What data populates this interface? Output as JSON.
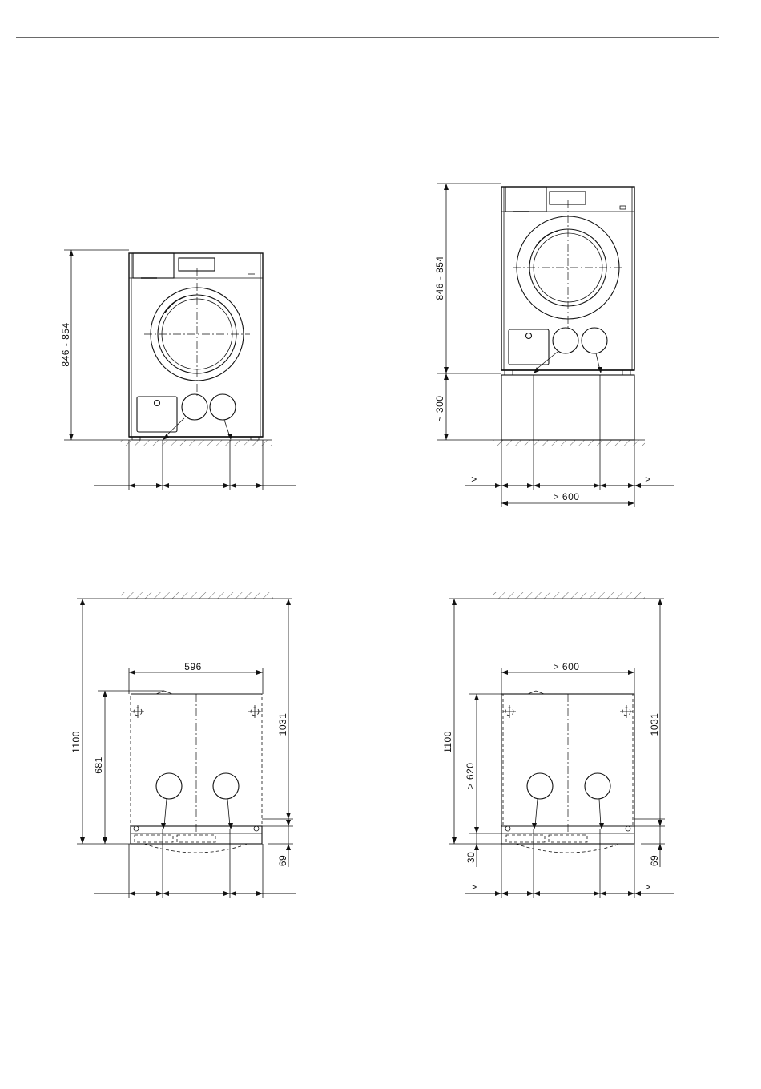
{
  "front_view_standard": {
    "height_label": "846 - 854"
  },
  "front_view_plinth": {
    "height_label": "846 - 854",
    "plinth_height_label": "~ 300",
    "width_label": "> 600",
    "gap_left_label": ">",
    "gap_right_label": ">"
  },
  "top_view_standard": {
    "width_label": "596",
    "overall_depth_label": "1100",
    "depth_label": "681",
    "side_depth_label": "1031",
    "rear_offset_label": "69"
  },
  "top_view_plinth": {
    "width_label": "> 600",
    "overall_depth_label": "1100",
    "depth_label": "> 620",
    "side_depth_label": "1031",
    "rear_offset_label": "69",
    "front_offset_label": "30",
    "gap_left_label": ">",
    "gap_right_label": ">"
  }
}
